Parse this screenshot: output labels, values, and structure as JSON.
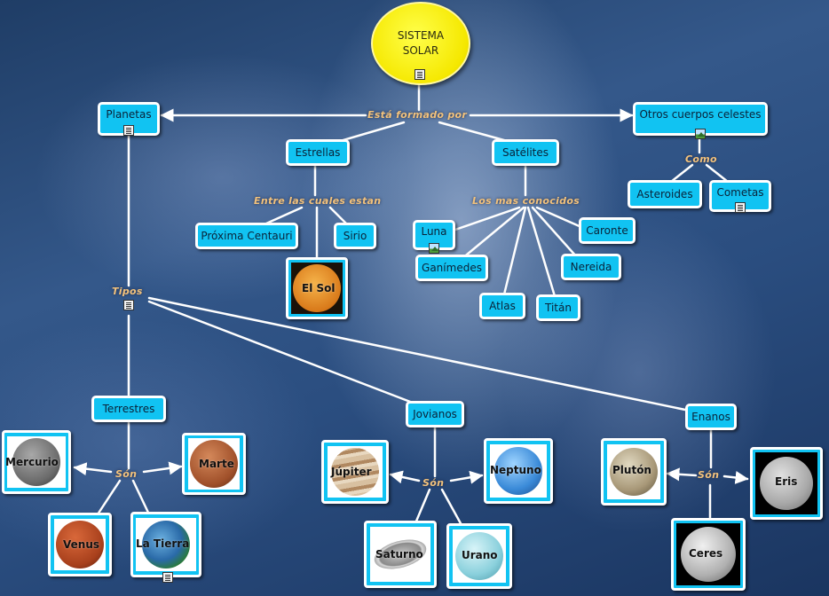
{
  "root": {
    "line1": "SISTEMA",
    "line2": "SOLAR"
  },
  "links": {
    "formado": "Está formado por",
    "entre": "Entre las cuales estan",
    "conocidos": "Los mas conocidos",
    "como": "Como",
    "tipos": "Tipos",
    "son_terrestres": "Són",
    "son_jovianos": "Són",
    "son_enanos": "Són"
  },
  "concepts": {
    "planetas": "Planetas",
    "estrellas": "Estrellas",
    "satelites": "Satélites",
    "otros": "Otros cuerpos celestes",
    "asteroides": "Asteroides",
    "cometas": "Cometas",
    "proxima": "Próxima Centauri",
    "sirio": "Sirio",
    "luna": "Luna",
    "ganimedes": "Ganímedes",
    "atlas": "Atlas",
    "titan": "Titán",
    "nereida": "Nereida",
    "caronte": "Caronte",
    "terrestres": "Terrestres",
    "jovianos": "Jovianos",
    "enanos": "Enanos"
  },
  "image_nodes": {
    "sol": "El Sol",
    "mercurio": "Mercurio",
    "marte": "Marte",
    "venus": "Venus",
    "tierra": "La Tierra",
    "jupiter": "Júpiter",
    "neptuno": "Neptuno",
    "saturno": "Saturno",
    "urano": "Urano",
    "pluton": "Plutón",
    "eris": "Eris",
    "ceres": "Ceres"
  },
  "icons": [
    "document-icon",
    "image-icon",
    "arrow-icon"
  ],
  "colors": {
    "node_fill": "#11c3f2",
    "node_border": "#ffffff",
    "root_fill": "#ffff33",
    "link_text": "#f2c27c"
  }
}
